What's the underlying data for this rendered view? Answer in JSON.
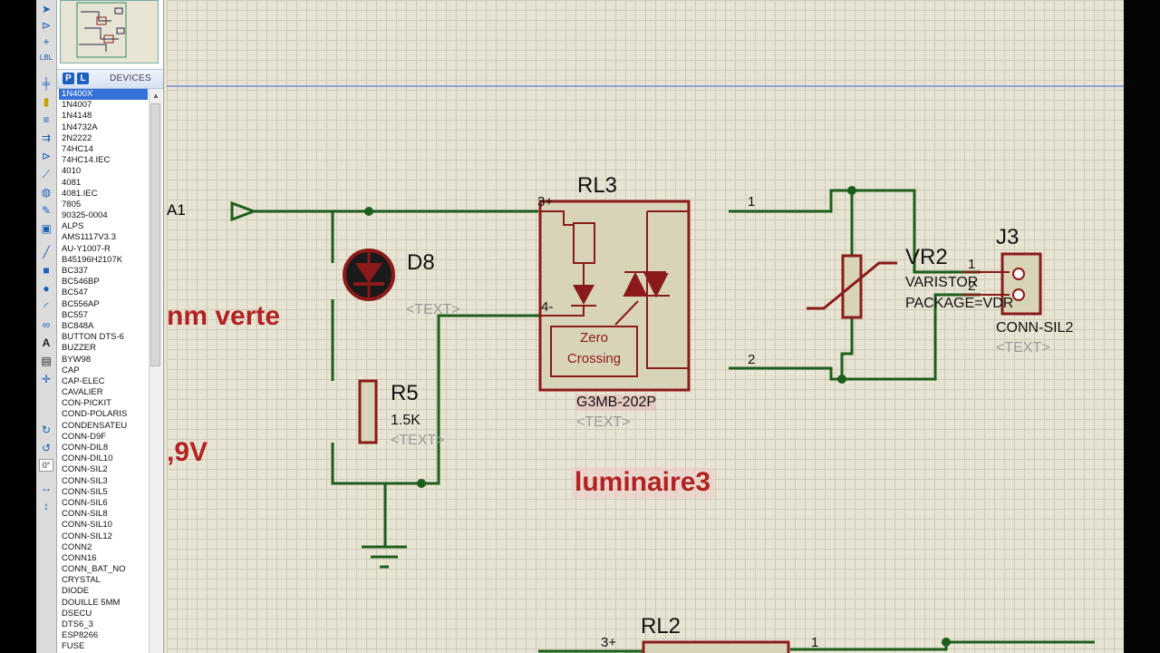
{
  "devices": {
    "p_label": "P",
    "l_label": "L",
    "header": "DEVICES",
    "items": [
      "1N400X",
      "1N4007",
      "1N4148",
      "1N4732A",
      "2N2222",
      "74HC14",
      "74HC14.IEC",
      "4010",
      "4081",
      "4081.IEC",
      "7805",
      "90325-0004",
      "ALPS",
      "AMS1117V3.3",
      "AU-Y1007-R",
      "B45196H2107K",
      "BC337",
      "BC546BP",
      "BC547",
      "BC556AP",
      "BC557",
      "BC848A",
      "BUTTON DTS-6",
      "BUZZER",
      "BYW98",
      "CAP",
      "CAP-ELEC",
      "CAVALIER",
      "CON-PICKIT",
      "COND-POLARIS",
      "CONDENSATEU",
      "CONN-D9F",
      "CONN-DIL8",
      "CONN-DIL10",
      "CONN-SIL2",
      "CONN-SIL3",
      "CONN-SIL5",
      "CONN-SIL6",
      "CONN-SIL8",
      "CONN-SIL10",
      "CONN-SIL12",
      "CONN2",
      "CONN16",
      "CONN_BAT_NO",
      "CRYSTAL",
      "DIODE",
      "DOUILLE 5MM",
      "DSECU",
      "DTS6_3",
      "ESP8266",
      "FUSE"
    ],
    "selected_index": 0
  },
  "toolbar": {
    "rotation": "0°"
  },
  "schematic": {
    "terminal_a1": "A1",
    "d8_ref": "D8",
    "d8_text": "<TEXT>",
    "r5_ref": "R5",
    "r5_value": "1.5K",
    "r5_text": "<TEXT>",
    "rl3_ref": "RL3",
    "rl3_part": "G3MB-202P",
    "rl3_text": "<TEXT>",
    "rl3_pin_3p": "3+",
    "rl3_pin_4m": "4-",
    "rl3_pin_1": "1",
    "rl3_pin_2": "2",
    "zero_crossing_line1": "Zero",
    "zero_crossing_line2": "Crossing",
    "vr2_ref": "VR2",
    "vr2_value": "VARISTOR",
    "vr2_package": "PACKAGE=VDR",
    "j3_ref": "J3",
    "j3_value": "CONN-SIL2",
    "j3_text": "<TEXT>",
    "j3_pin_1": "1",
    "j3_pin_2": "2",
    "label_verte": "nm verte",
    "label_9v": ",9V",
    "label_luminaire3": "luminaire3",
    "rl2_ref": "RL2",
    "rl2_pin_3p": "3+",
    "rl2_pin_1": "1"
  },
  "colors": {
    "wire": "#1d5e1d",
    "component": "#8b1a1a",
    "body_fill": "#d8d4b8",
    "label_red": "#b22222",
    "blue_line": "#3a5fcd"
  }
}
